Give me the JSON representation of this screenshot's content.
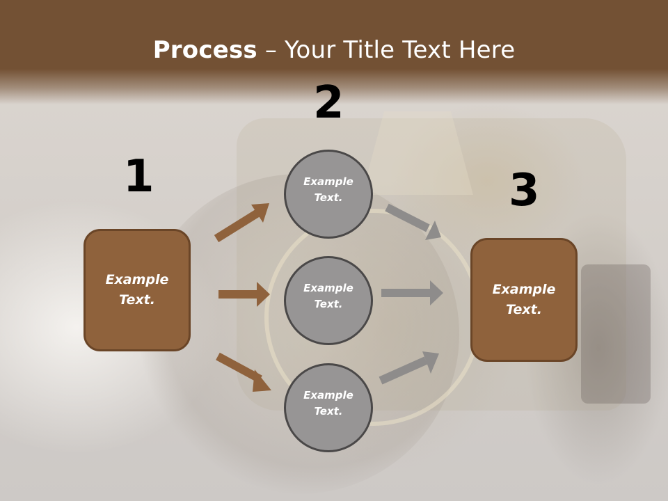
{
  "slide": {
    "title_bold": "Process",
    "title_rest": " – Your Title Text Here",
    "colors": {
      "header": "#735134",
      "box_fill": "#8f623c",
      "box_border": "#6a4527",
      "circle_fill": "#979595",
      "circle_border": "#4a4848",
      "arrow_brown": "#8f623c",
      "arrow_gray": "#8e8c8b"
    }
  },
  "steps": {
    "one": {
      "number": "1",
      "label": "Example\nText."
    },
    "two": {
      "number": "2"
    },
    "three": {
      "number": "3",
      "label": "Example\nText."
    }
  },
  "circles": [
    {
      "label": "Example\nText."
    },
    {
      "label": "Example\nText."
    },
    {
      "label": "Example\nText."
    }
  ],
  "arrows": {
    "left": [
      {
        "direction": "up-right"
      },
      {
        "direction": "right"
      },
      {
        "direction": "down-right"
      }
    ],
    "right": [
      {
        "direction": "down-right"
      },
      {
        "direction": "right"
      },
      {
        "direction": "up-right"
      }
    ]
  }
}
